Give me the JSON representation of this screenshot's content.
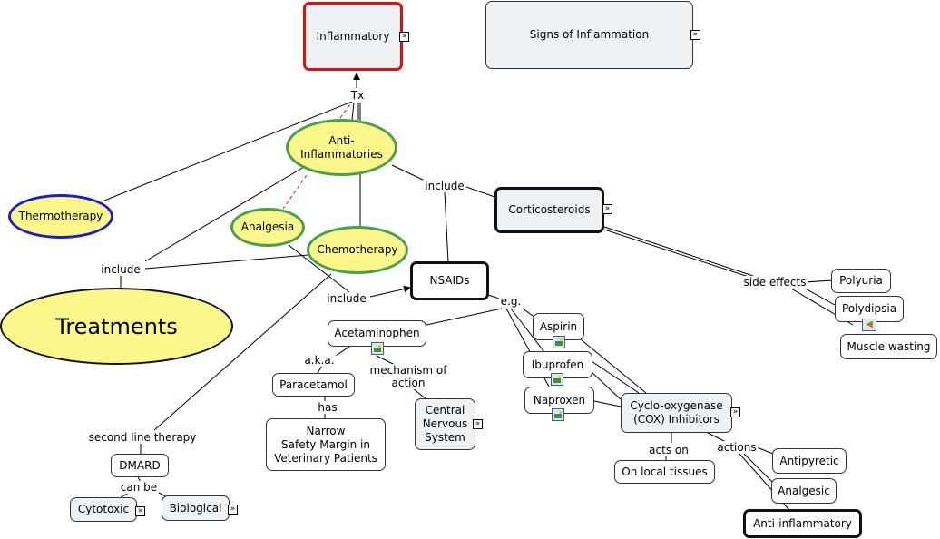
{
  "nodes": {
    "inflammatory": "Inflammatory",
    "signs": "Signs of Inflammation",
    "anti_inflammatories": "Anti-\nInflammatories",
    "thermotherapy": "Thermotherapy",
    "analgesia": "Analgesia",
    "chemotherapy": "Chemotherapy",
    "corticosteroids": "Corticosteroids",
    "nsaids": "NSAIDs",
    "treatments": "Treatments",
    "acetaminophen": "Acetaminophen",
    "paracetamol": "Paracetamol",
    "narrow_margin": "Narrow\nSafety Margin in\nVeterinary Patients",
    "cns": "Central\nNervous\nSystem",
    "aspirin": "Aspirin",
    "ibuprofen": "Ibuprofen",
    "naproxen": "Naproxen",
    "cox": "Cyclo-oxygenase\n(COX)  Inhibitors",
    "local_tissues": "On local tissues",
    "antipyretic": "Antipyretic",
    "analgesic": "Analgesic",
    "anti_inflammatory": "Anti-inflammatory",
    "polyuria": "Polyuria",
    "polydipsia": "Polydipsia",
    "muscle_wasting": "Muscle wasting",
    "dmard": "DMARD",
    "cytotoxic": "Cytotoxic",
    "biological": "Biological"
  },
  "labels": {
    "tx": "Tx",
    "include_top": "include",
    "include_left": "include",
    "include_mid": "include",
    "eg": "e.g.",
    "aka": "a.k.a.",
    "has": "has",
    "mechanism": "mechanism of\naction",
    "side_effects": "side effects",
    "acts_on": "acts on",
    "actions": "actions",
    "second_line": "second line therapy",
    "can_be": "can be"
  },
  "icons": {
    "expand": "double-chevron-right-icon",
    "image": "image-icon",
    "audio": "audio-speaker-icon"
  },
  "colors": {
    "ellipse_fill": "#fbf78a",
    "ellipse_green_border": "#4aa04a",
    "ellipse_blue_border": "#1a20c8",
    "focus_red_border": "#e01010",
    "grey_box_fill": "#eef2f4",
    "dashed_link": "#d02020"
  }
}
